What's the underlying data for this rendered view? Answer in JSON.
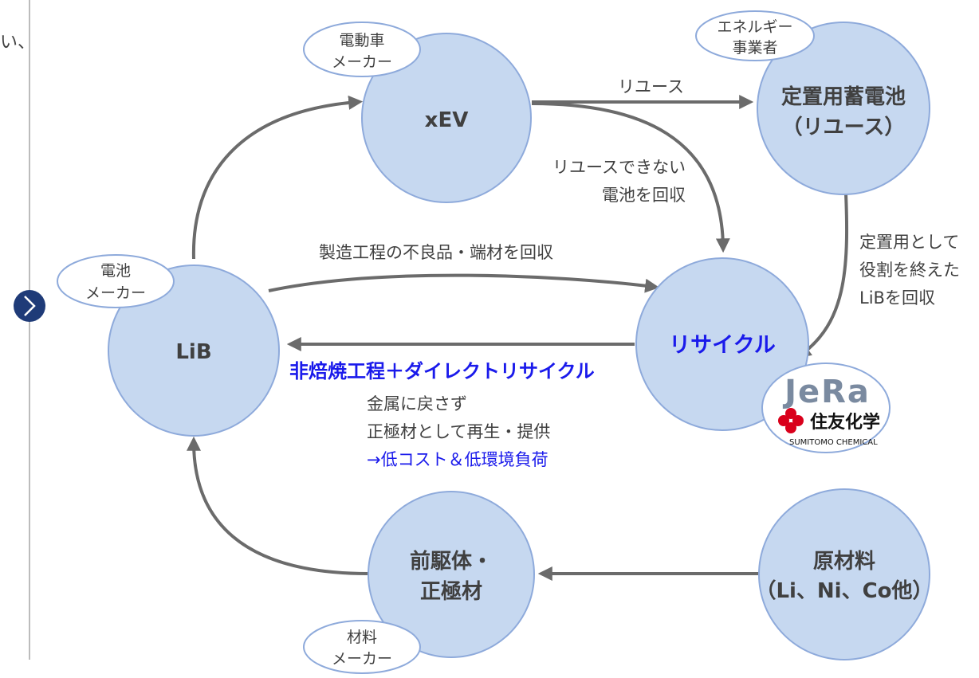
{
  "left_margin_text": "い、",
  "nodes": {
    "xev": "xEV",
    "storage_line1": "定置用蓄電池",
    "storage_line2": "（リユース）",
    "lib": "LiB",
    "recycle": "リサイクル",
    "precursor_line1": "前駆体・",
    "precursor_line2": "正極材",
    "raw_line1": "原材料",
    "raw_line2": "（Li、Ni、Co他）"
  },
  "makers": {
    "ev_line1": "電動車",
    "ev_line2": "メーカー",
    "energy_line1": "エネルギー",
    "energy_line2": "事業者",
    "battery_line1": "電池",
    "battery_line2": "メーカー",
    "material_line1": "材料",
    "material_line2": "メーカー"
  },
  "edges": {
    "reuse": "リユース",
    "uncollectible_line1": "リユースできない",
    "uncollectible_line2": "電池を回収",
    "defects": "製造工程の不良品・端材を回収",
    "storage_end_line1": "定置用として",
    "storage_end_line2": "役割を終えた",
    "storage_end_line3": "LiBを回収"
  },
  "process": {
    "title": "非焙焼工程＋ダイレクトリサイクル",
    "note_line1": "金属に戻さず",
    "note_line2": "正極材として再生・提供",
    "note_line3": "→低コスト＆低環境負荷"
  },
  "logos": {
    "jera": "JeRa",
    "sumitomo_jp": "住友化学",
    "sumitomo_en": "SUMITOMO CHEMICAL"
  },
  "colors": {
    "circle_fill": "#c6d8f0",
    "circle_stroke": "#8eaadb",
    "arrow": "#6b6b6b",
    "highlight_blue": "#1a1aeb",
    "jera_gray": "#7a8aa0",
    "sumitomo_red": "#d9001b"
  }
}
